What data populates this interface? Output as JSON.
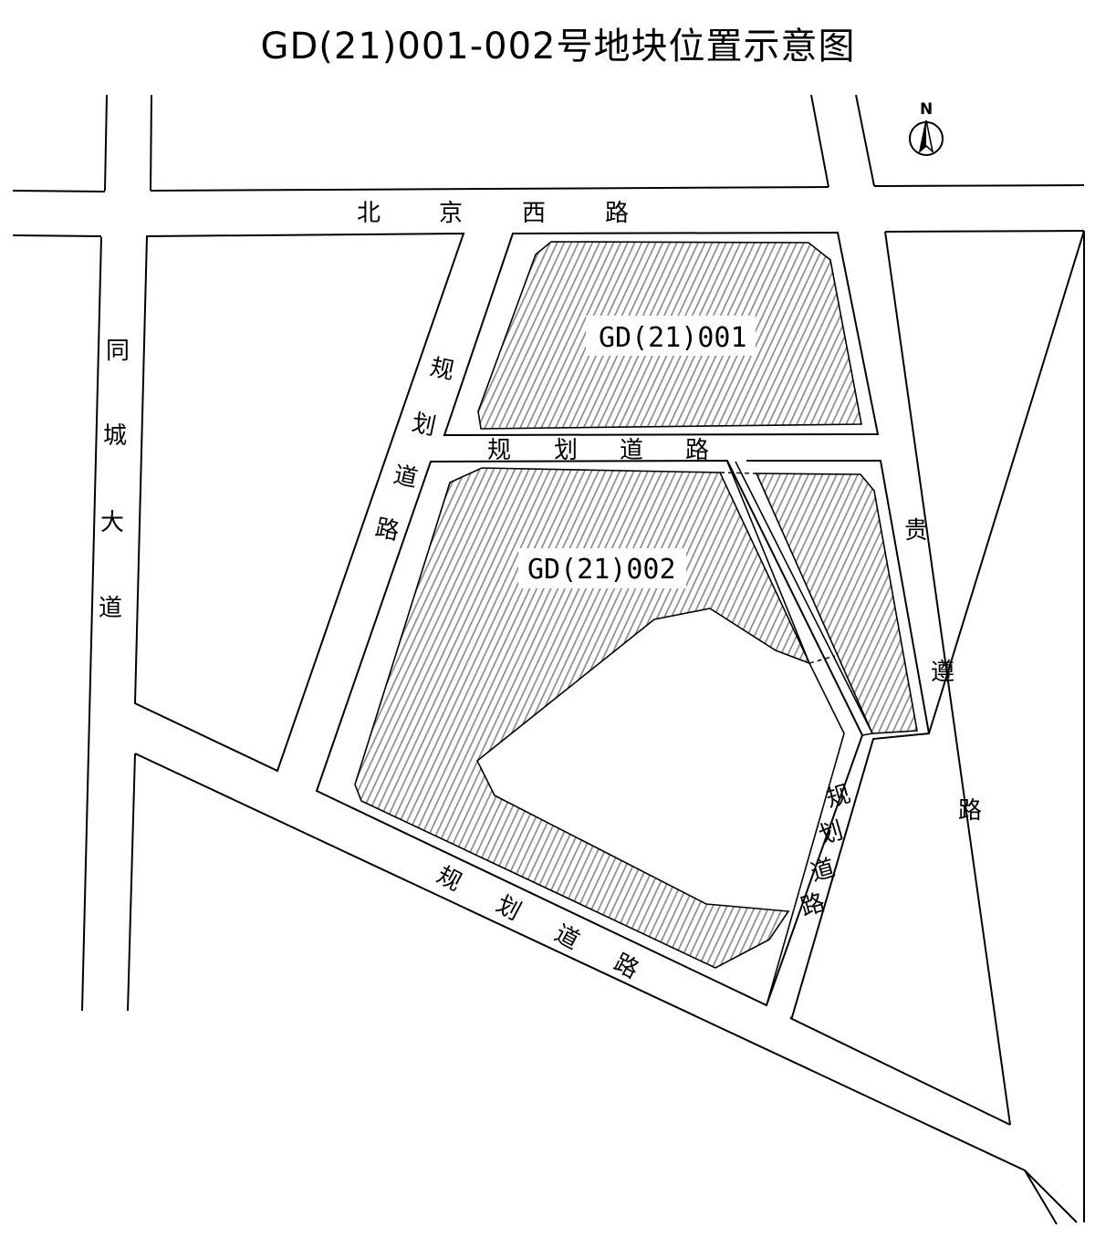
{
  "title": "GD(21)001-002号地块位置示意图",
  "north_label": "N",
  "roads": {
    "beijing_west": [
      "北",
      "京",
      "西",
      "路"
    ],
    "tongcheng": [
      "同",
      "城",
      "大",
      "道"
    ],
    "guizun": [
      "贵",
      "遵",
      "路"
    ],
    "planned_left": [
      "规",
      "划",
      "道",
      "路"
    ],
    "planned_middle": [
      "规",
      "划",
      "道",
      "路"
    ],
    "planned_bottom": [
      "规",
      "划",
      "道",
      "路"
    ],
    "planned_right": [
      "规",
      "划",
      "道",
      "路"
    ]
  },
  "parcels": {
    "p001": "GD(21)001",
    "p002": "GD(21)002"
  },
  "colors": {
    "hatch_stroke": "#8c8c8c",
    "line": "#000000",
    "background": "#ffffff"
  }
}
